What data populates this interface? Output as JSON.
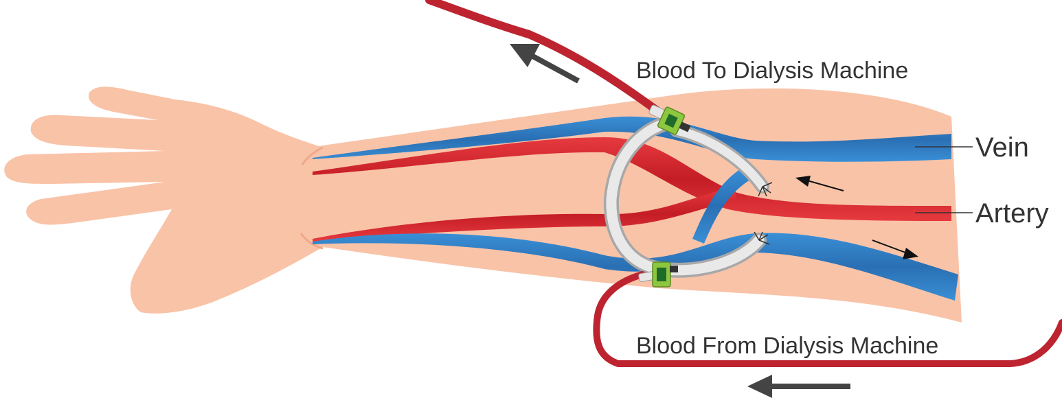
{
  "labels": {
    "blood_to_machine": "Blood To Dialysis Machine",
    "blood_from_machine": "Blood From Dialysis Machine",
    "vein": "Vein",
    "artery": "Artery"
  },
  "colors": {
    "skin": "#f9c3a8",
    "skin_shadow": "#eea98a",
    "artery": "#d8222b",
    "vein": "#2a7cc2",
    "tube": "#bd2430",
    "graft": "#d9d9d9",
    "clamp": "#8dc63f",
    "arrow": "#444444"
  },
  "icons": [
    "arrow-up-left-icon",
    "arrow-left-icon",
    "flow-arrow-icon"
  ]
}
